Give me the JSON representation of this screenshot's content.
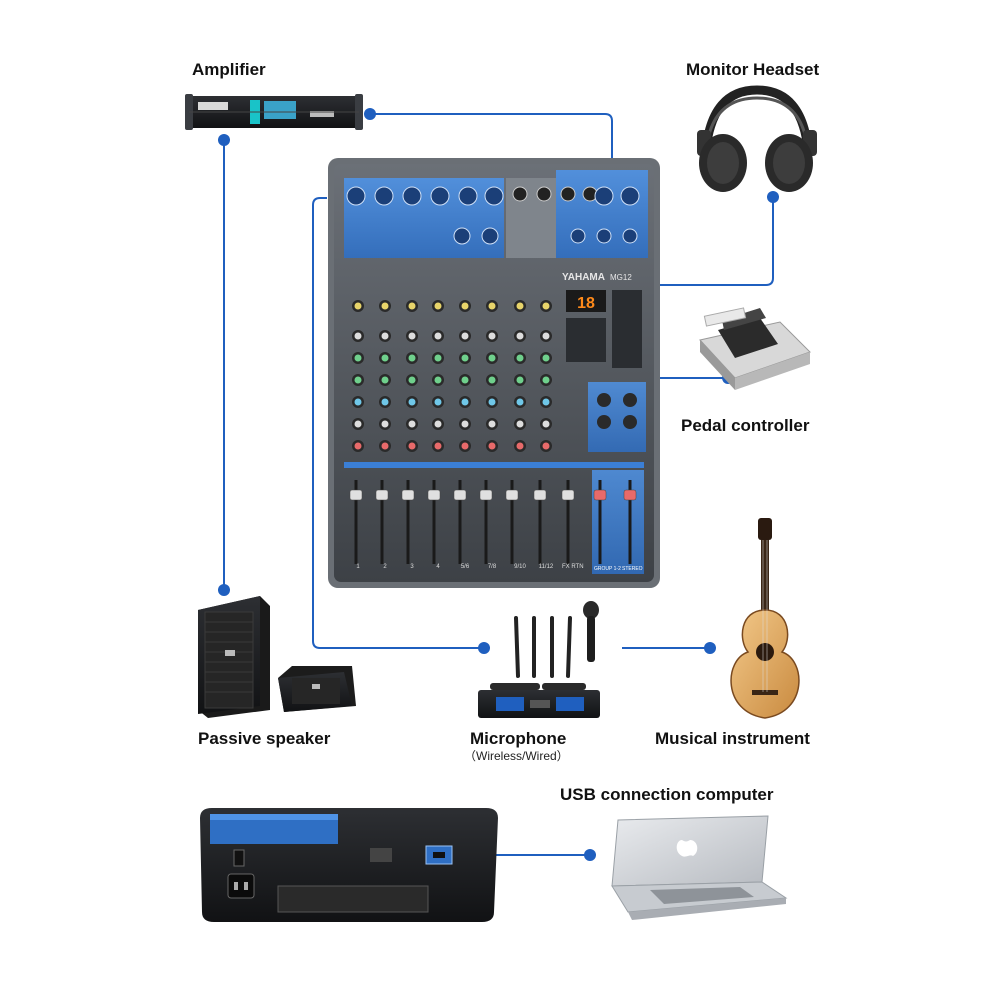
{
  "labels": {
    "amplifier": "Amplifier",
    "monitor_headset": "Monitor Headset",
    "pedal_controller": "Pedal controller",
    "passive_speaker": "Passive speaker",
    "microphone": "Microphone",
    "microphone_sub": "（Wireless/Wired）",
    "musical_instrument": "Musical instrument",
    "usb_connection": "USB connection computer"
  },
  "mixer": {
    "brand": "YAHAMA",
    "model": "MG12",
    "display": "18",
    "channels": [
      "1",
      "2",
      "3",
      "4",
      "5/6",
      "7/8",
      "9/10",
      "11/12"
    ],
    "fx_label": "FX RTN",
    "group_label": "GROUP 1-2",
    "stereo_label": "STEREO"
  },
  "colors": {
    "connector": "#1f5fbf",
    "mixer_blue": "#3b7fd6",
    "mixer_body": "#555a60",
    "text": "#111111"
  },
  "icons": {
    "amplifier": "amplifier-icon",
    "headset": "headphones-icon",
    "pedal": "pedal-icon",
    "speaker": "speaker-icon",
    "wireless_mic": "wireless-mic-icon",
    "guitar": "guitar-icon",
    "laptop": "laptop-icon"
  }
}
